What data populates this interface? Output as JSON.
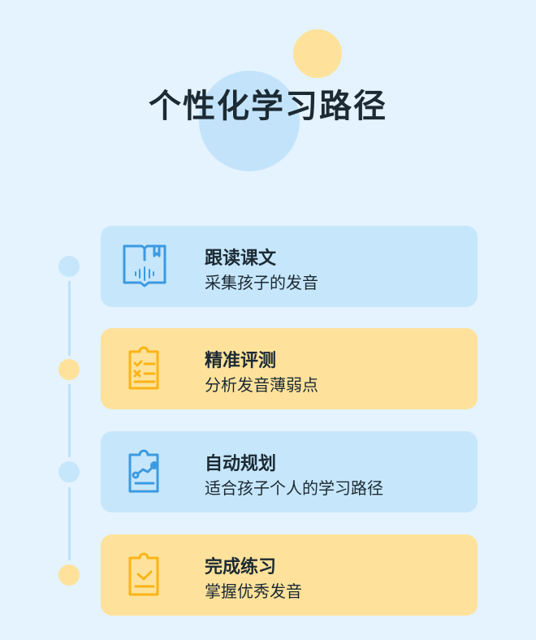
{
  "title": "个性化学习路径",
  "colors": {
    "blue": "#3c9ae0",
    "yellow": "#fbb416"
  },
  "steps": [
    {
      "title": "跟读课文",
      "subtitle": "采集孩子的发音",
      "icon": "book-audio-icon"
    },
    {
      "title": "精准评测",
      "subtitle": "分析发音薄弱点",
      "icon": "checklist-icon"
    },
    {
      "title": "自动规划",
      "subtitle": "适合孩子个人的学习路径",
      "icon": "chart-clipboard-icon"
    },
    {
      "title": "完成练习",
      "subtitle": "掌握优秀发音",
      "icon": "check-clipboard-icon"
    }
  ]
}
